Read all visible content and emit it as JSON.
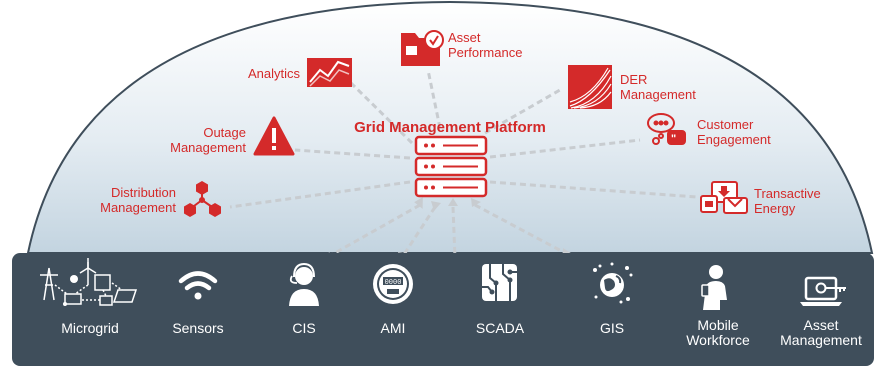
{
  "platform": {
    "title": "Grid Management Platform"
  },
  "applications": [
    {
      "id": "analytics",
      "label": "Analytics",
      "icon": "line-chart-icon"
    },
    {
      "id": "asset-performance",
      "label_lines": [
        "Asset",
        "Performance"
      ],
      "icon": "asset-folder-check-icon"
    },
    {
      "id": "der-management",
      "label_lines": [
        "DER",
        "Management"
      ],
      "icon": "der-curves-icon"
    },
    {
      "id": "outage-management",
      "label_lines": [
        "Outage",
        "Management"
      ],
      "icon": "warning-triangle-icon"
    },
    {
      "id": "customer-engagement",
      "label_lines": [
        "Customer",
        "Engagement"
      ],
      "icon": "chat-bubbles-icon"
    },
    {
      "id": "distribution-management",
      "label_lines": [
        "Distribution",
        "Management"
      ],
      "icon": "network-nodes-icon"
    },
    {
      "id": "transactive-energy",
      "label_lines": [
        "Transactive",
        "Energy"
      ],
      "icon": "energy-exchange-icon"
    }
  ],
  "systems": [
    {
      "id": "microgrid",
      "label": "Microgrid",
      "icon": "microgrid-icon"
    },
    {
      "id": "sensors",
      "label": "Sensors",
      "icon": "wifi-icon"
    },
    {
      "id": "cis",
      "label": "CIS",
      "icon": "headset-agent-icon"
    },
    {
      "id": "ami",
      "label": "AMI",
      "icon": "meter-icon"
    },
    {
      "id": "scada",
      "label": "SCADA",
      "icon": "circuit-board-icon"
    },
    {
      "id": "gis",
      "label": "GIS",
      "icon": "globe-icon"
    },
    {
      "id": "mobile-workforce",
      "label_lines": [
        "Mobile",
        "Workforce"
      ],
      "icon": "worker-phone-icon"
    },
    {
      "id": "asset-management",
      "label_lines": [
        "Asset",
        "Management"
      ],
      "icon": "laptop-key-icon"
    }
  ],
  "colors": {
    "accent": "#d42a2a",
    "dome_top": "#ffffff",
    "dome_bottom": "#c9d8e3",
    "dome_border": "#3f4e5b",
    "bar": "#3f4e5b",
    "connector": "#c8ccd0"
  }
}
